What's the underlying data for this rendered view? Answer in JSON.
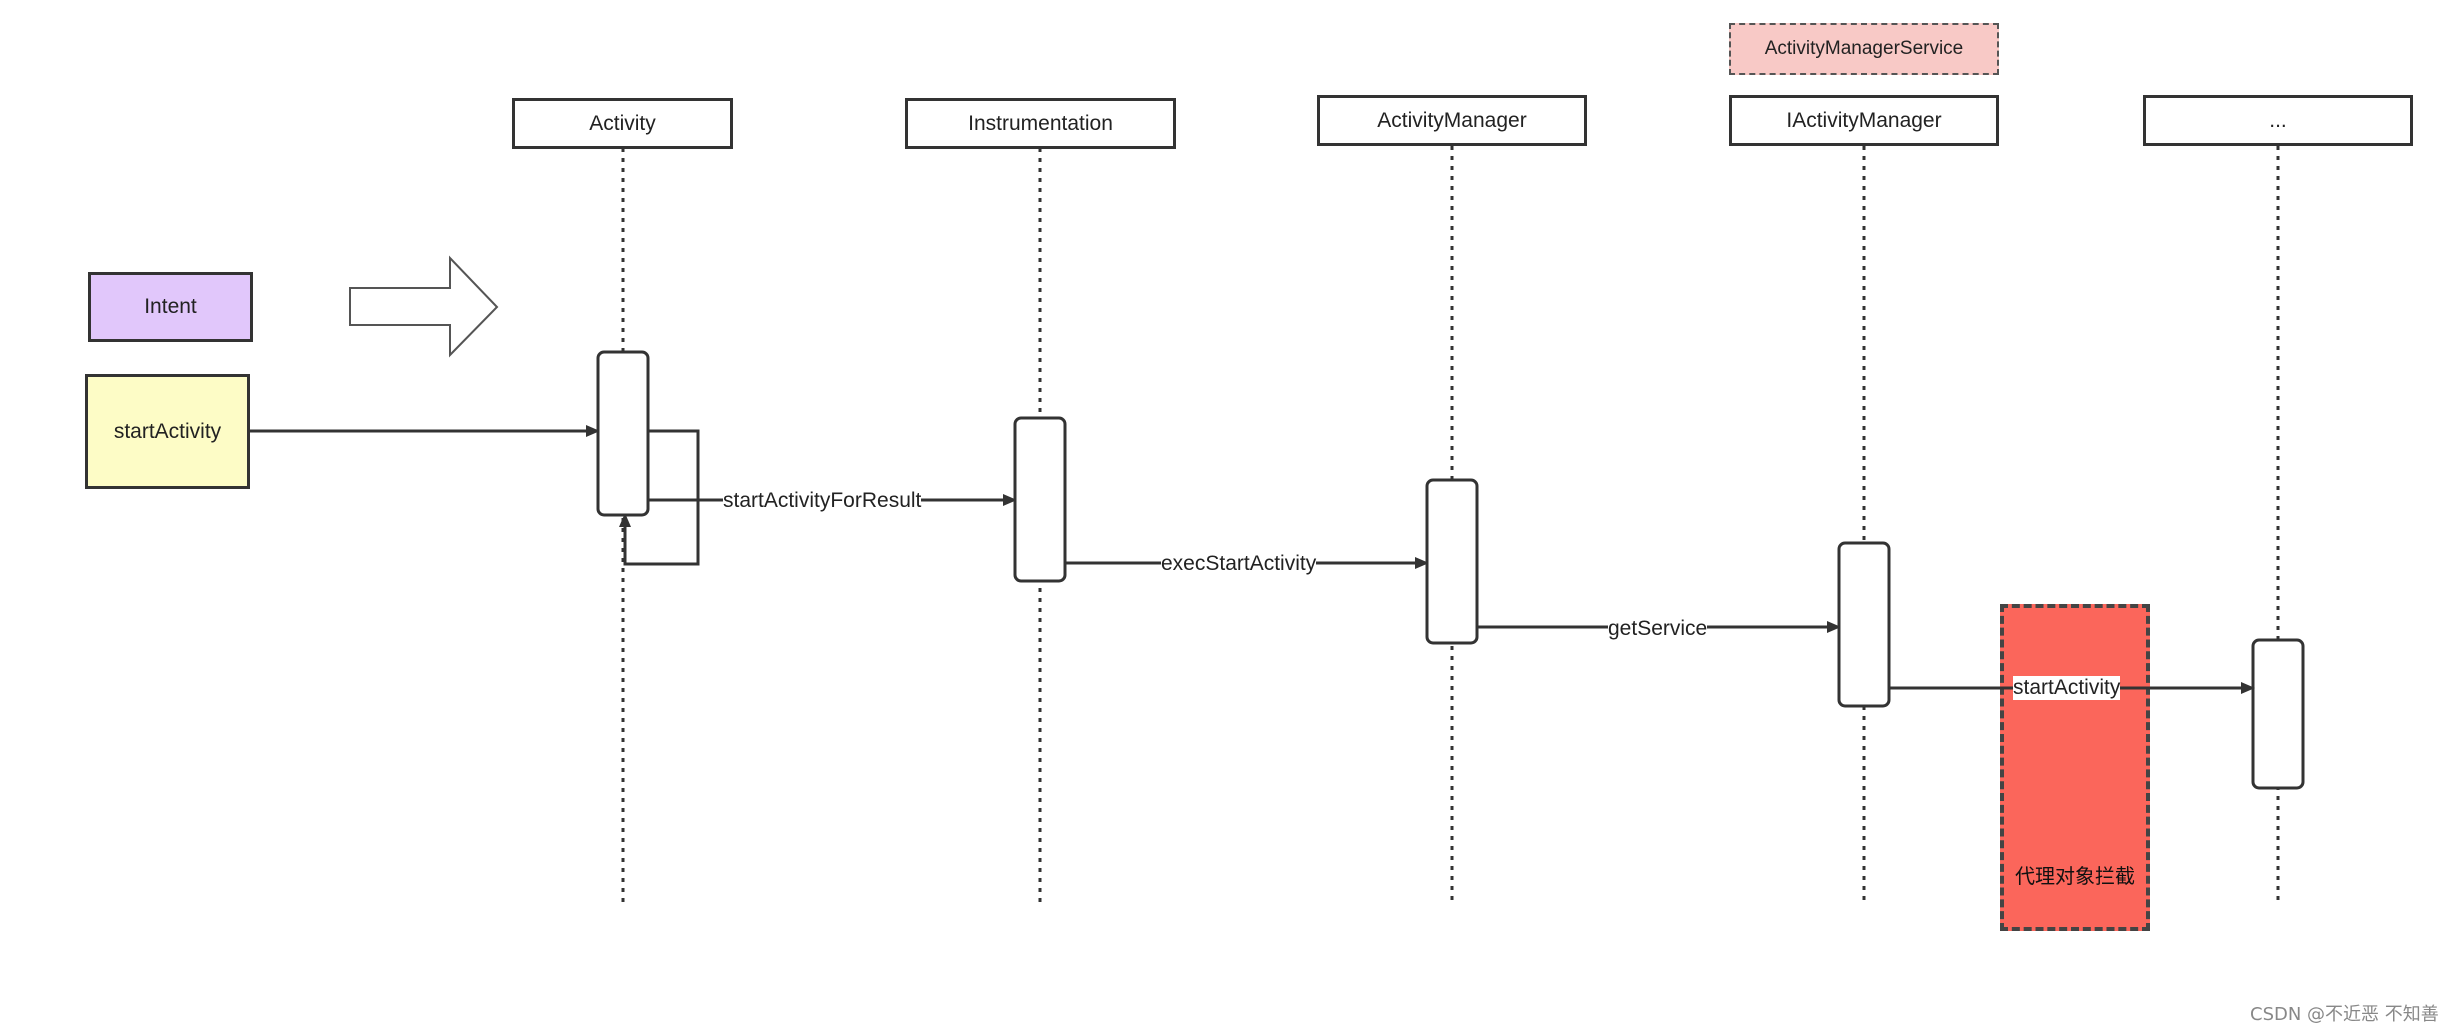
{
  "lifelines": [
    {
      "id": "activity",
      "label": "Activity"
    },
    {
      "id": "instrumentation",
      "label": "Instrumentation"
    },
    {
      "id": "activity-manager",
      "label": "ActivityManager"
    },
    {
      "id": "iactivity-manager",
      "label": "IActivityManager"
    },
    {
      "id": "ellipsis",
      "label": "..."
    }
  ],
  "ams_label": "ActivityManagerService",
  "intent_label": "Intent",
  "start_label": "startActivity",
  "messages": [
    {
      "id": "start-activity-for-result",
      "label": "startActivityForResult"
    },
    {
      "id": "exec-start-activity",
      "label": "execStartActivity"
    },
    {
      "id": "get-service",
      "label": "getService"
    },
    {
      "id": "start-activity-proxy",
      "label": "startActivity"
    }
  ],
  "proxy_label": "代理对象拦截",
  "watermark": "CSDN @不近恶 不知善",
  "colors": {
    "intent_fill": "#e1c7fb",
    "start_fill": "#fdfcc6",
    "ams_fill": "#f8c9c6",
    "proxy_fill": "#fb665b",
    "line": "#333333"
  }
}
